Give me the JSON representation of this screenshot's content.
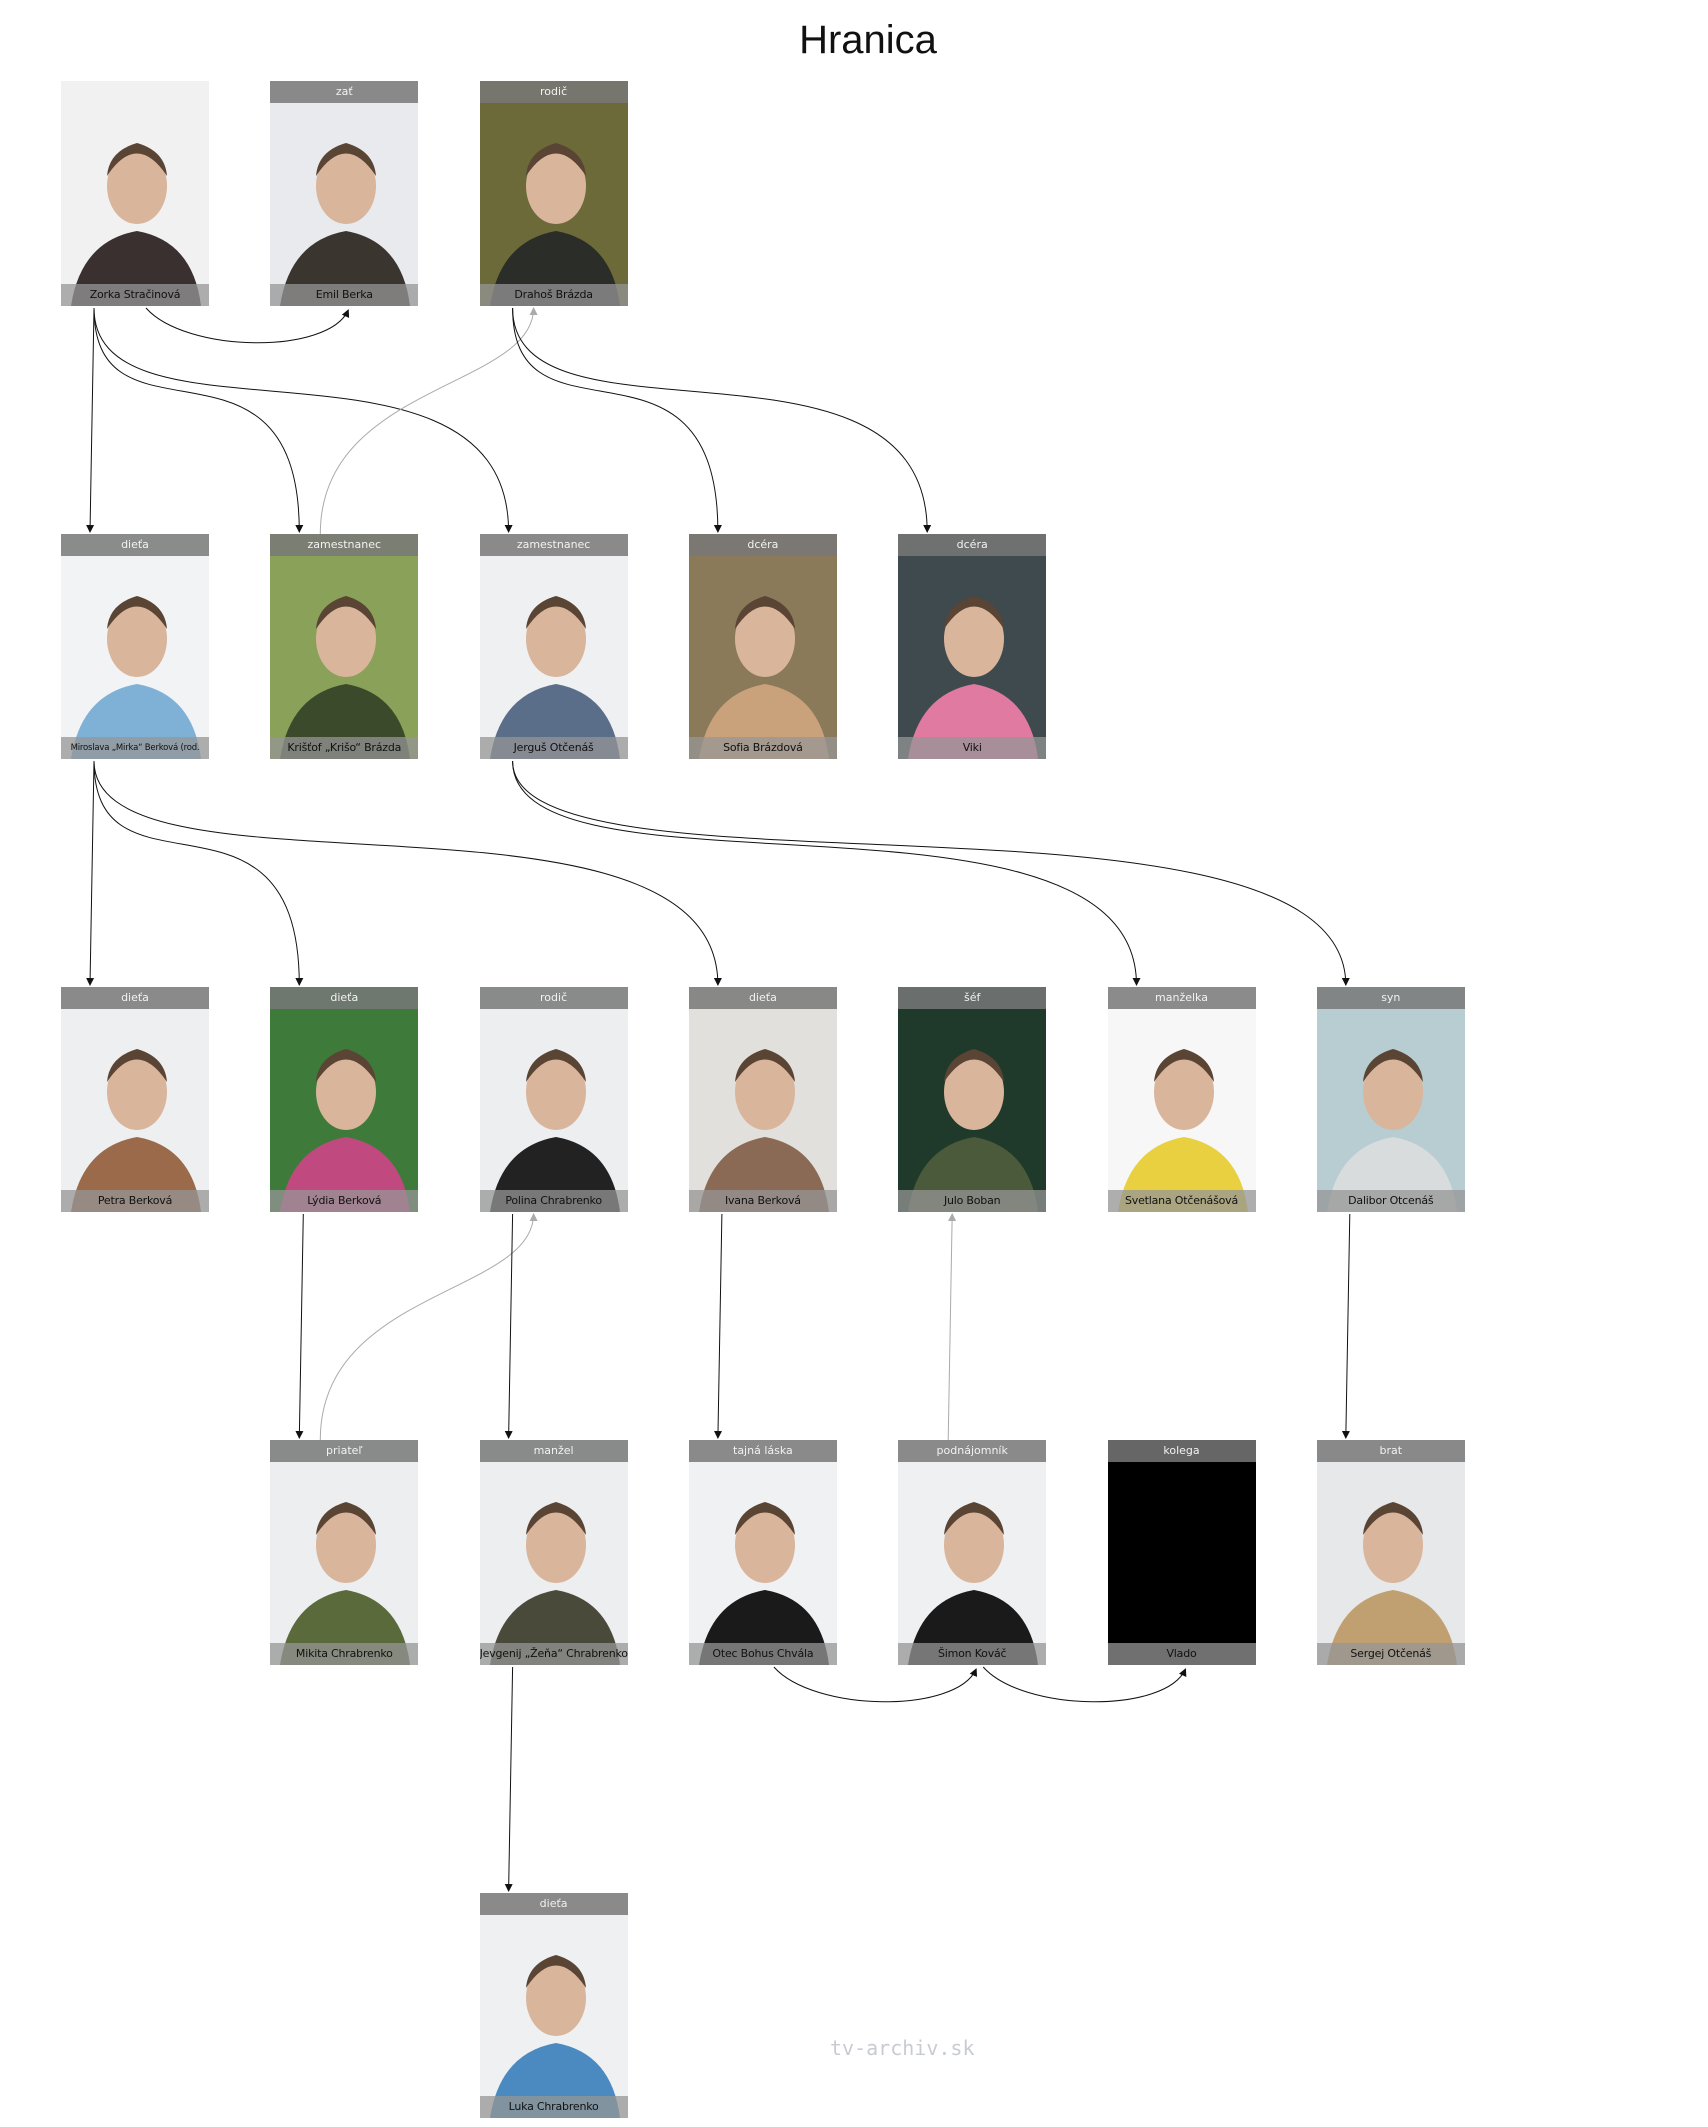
{
  "title": "Hranica",
  "watermark": "tv-archiv.sk",
  "people": [
    {
      "name": "Zorka Stračinová",
      "role": "",
      "bg": "#f1f1f1",
      "fg": "#3a3030"
    },
    {
      "name": "Emil Berka",
      "role": "zať",
      "bg": "#e8eaee",
      "fg": "#3b3530"
    },
    {
      "name": "Drahoš Brázda",
      "role": "rodič",
      "bg": "#6d6a3a",
      "fg": "#2b2d28"
    },
    {
      "name": "Miroslava „Mirka“ Berková (rod.",
      "role": "dieťa",
      "bg": "#f2f3f5",
      "fg": "#7fb0d6"
    },
    {
      "name": "Krišťof „Krišo“ Brázda",
      "role": "zamestnanec",
      "bg": "#8aa15a",
      "fg": "#3b4a2a"
    },
    {
      "name": "Jerguš Otčenáš",
      "role": "zamestnanec",
      "bg": "#eef0f2",
      "fg": "#5a6e8a"
    },
    {
      "name": "Sofia Brázdová",
      "role": "dcéra",
      "bg": "#8a7a5a",
      "fg": "#c9a27c"
    },
    {
      "name": "Viki",
      "role": "dcéra",
      "bg": "#3e4a4e",
      "fg": "#e07aa0"
    },
    {
      "name": "Petra Berková",
      "role": "dieťa",
      "bg": "#eeeff1",
      "fg": "#9a6a4a"
    },
    {
      "name": "Lýdia Berková",
      "role": "dieťa",
      "bg": "#3e7a3a",
      "fg": "#c04a80"
    },
    {
      "name": "Polina Chrabrenko",
      "role": "rodič",
      "bg": "#eceef0",
      "fg": "#222"
    },
    {
      "name": "Ivana Berková",
      "role": "dieťa",
      "bg": "#e2e0dc",
      "fg": "#8a6a55"
    },
    {
      "name": "Julo Boban",
      "role": "šéf",
      "bg": "#1f3a2a",
      "fg": "#4a5a3a"
    },
    {
      "name": "Svetlana Otčenášová",
      "role": "manželka",
      "bg": "#f7f7f8",
      "fg": "#e8d040"
    },
    {
      "name": "Dalibor Otcenáš",
      "role": "syn",
      "bg": "#b8cdd2",
      "fg": "#d8dcdc"
    },
    {
      "name": "Mikita Chrabrenko",
      "role": "priateľ",
      "bg": "#eceef0",
      "fg": "#5a6a3a"
    },
    {
      "name": "Jevgenij „Žeňa“ Chrabrenko",
      "role": "manžel",
      "bg": "#eceef0",
      "fg": "#4a4a3a"
    },
    {
      "name": "Otec Bohus Chvála",
      "role": "tajná láska",
      "bg": "#f0f1f3",
      "fg": "#1a1a1a"
    },
    {
      "name": "Šimon Kováč",
      "role": "podnájomník",
      "bg": "#eef0f2",
      "fg": "#1a1a1a"
    },
    {
      "name": "Vlado",
      "role": "kolega",
      "bg": "#000000",
      "fg": "#000000"
    },
    {
      "name": "Sergej Otčenáš",
      "role": "brat",
      "bg": "#e6e8ea",
      "fg": "#c0a070"
    },
    {
      "name": "Luka Chrabrenko",
      "role": "dieťa",
      "bg": "#eef0f2",
      "fg": "#4a8ac0"
    }
  ],
  "relations": [
    {
      "from": 0,
      "to": 1,
      "kind": "side"
    },
    {
      "from": 0,
      "to": 3,
      "kind": "down"
    },
    {
      "from": 0,
      "to": 4,
      "kind": "down"
    },
    {
      "from": 0,
      "to": 5,
      "kind": "down"
    },
    {
      "from": 4,
      "to": 2,
      "kind": "up"
    },
    {
      "from": 2,
      "to": 6,
      "kind": "down"
    },
    {
      "from": 2,
      "to": 7,
      "kind": "down"
    },
    {
      "from": 3,
      "to": 8,
      "kind": "down"
    },
    {
      "from": 3,
      "to": 9,
      "kind": "down"
    },
    {
      "from": 3,
      "to": 11,
      "kind": "down"
    },
    {
      "from": 5,
      "to": 13,
      "kind": "down"
    },
    {
      "from": 5,
      "to": 14,
      "kind": "down"
    },
    {
      "from": 9,
      "to": 15,
      "kind": "down"
    },
    {
      "from": 15,
      "to": 10,
      "kind": "up"
    },
    {
      "from": 10,
      "to": 16,
      "kind": "down"
    },
    {
      "from": 11,
      "to": 17,
      "kind": "down"
    },
    {
      "from": 18,
      "to": 12,
      "kind": "up"
    },
    {
      "from": 14,
      "to": 20,
      "kind": "down"
    },
    {
      "from": 16,
      "to": 21,
      "kind": "down"
    },
    {
      "from": 17,
      "to": 18,
      "kind": "side"
    },
    {
      "from": 18,
      "to": 19,
      "kind": "side"
    }
  ]
}
